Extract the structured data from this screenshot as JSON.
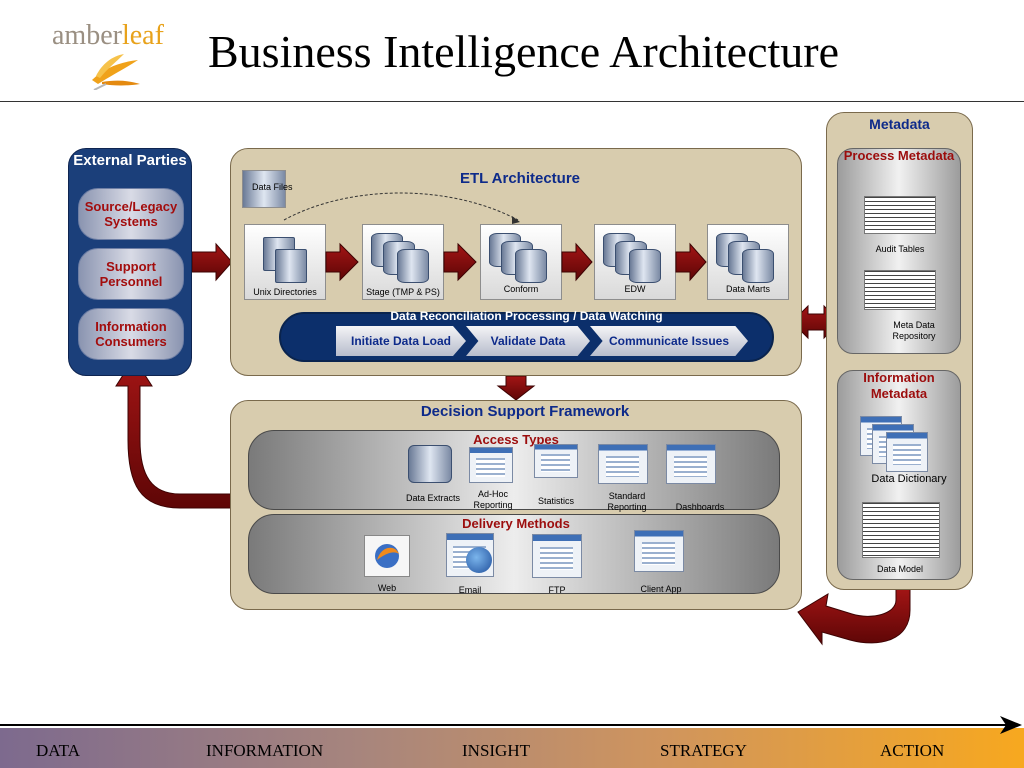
{
  "slide": {
    "title": "Business Intelligence Architecture",
    "logo": {
      "part1": "amber",
      "part2": "leaf"
    }
  },
  "external": {
    "header": "External Parties",
    "items": [
      "Source/Legacy Systems",
      "Support Personnel",
      "Information Consumers"
    ]
  },
  "etl": {
    "header": "ETL Architecture",
    "data_files": "Data Files",
    "stages": [
      "Unix Directories",
      "Stage (TMP & PS)",
      "Conform",
      "EDW",
      "Data Marts"
    ],
    "reconciliation": "Data Reconciliation Processing / Data Watching",
    "steps": [
      "Initiate Data Load",
      "Validate Data",
      "Communicate Issues"
    ]
  },
  "dsf": {
    "header": "Decision Support Framework",
    "access_header": "Access Types",
    "access_items": [
      "Data Extracts",
      "Ad-Hoc Reporting",
      "Statistics",
      "Standard Reporting",
      "Dashboards"
    ],
    "delivery_header": "Delivery Methods",
    "delivery_items": [
      "Web",
      "Email",
      "FTP",
      "Client App"
    ]
  },
  "metadata": {
    "header": "Metadata",
    "process_header": "Process Metadata",
    "audit_tables": "Audit Tables",
    "meta_repo": "Meta Data Repository",
    "info_header": "Information Metadata",
    "data_dictionary": "Data Dictionary",
    "data_model": "Data Model"
  },
  "footer": [
    "DATA",
    "INFORMATION",
    "INSIGHT",
    "STRATEGY",
    "ACTION"
  ],
  "colors": {
    "panel": "#d8ccae",
    "navy": "#0c2f6b",
    "arrow": "#7e0a0a",
    "header_blue": "#0d2a8a",
    "header_red": "#9c0d0d"
  }
}
